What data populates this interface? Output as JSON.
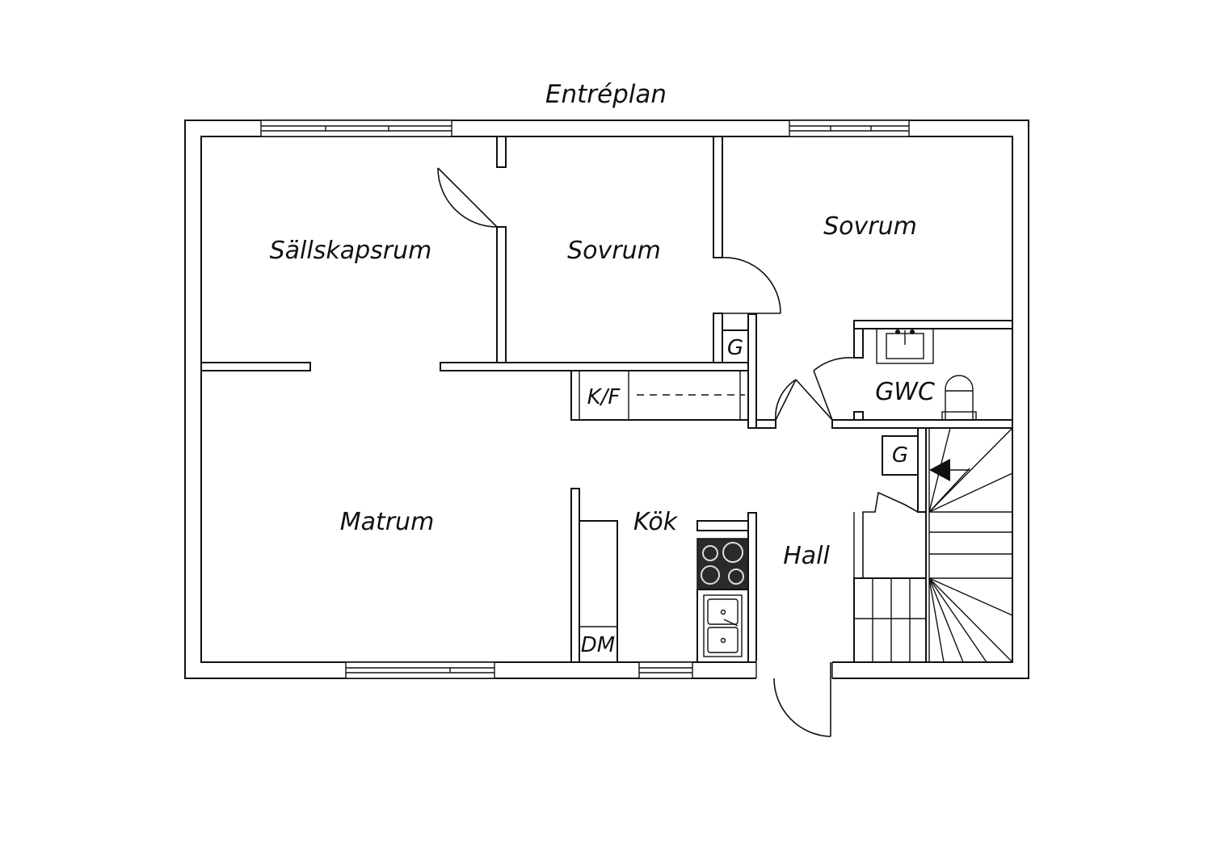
{
  "title": "Entréplan",
  "rooms": {
    "sallskapsrum": "Sällskapsrum",
    "sovrum_1": "Sovrum",
    "sovrum_2": "Sovrum",
    "gwc": "GWC",
    "matrum": "Matrum",
    "kok": "Kök",
    "hall": "Hall"
  },
  "fixtures": {
    "closet_1": "G",
    "closet_2": "G",
    "fridge_freezer": "K/F",
    "dishwasher": "DM"
  },
  "colors": {
    "line": "#111111",
    "background": "#ffffff",
    "stove": "#2a2a2a"
  },
  "icons": [
    "door-swing-icon",
    "window-icon",
    "stove-icon",
    "sink-icon",
    "toilet-icon",
    "stair-arrow-icon"
  ]
}
